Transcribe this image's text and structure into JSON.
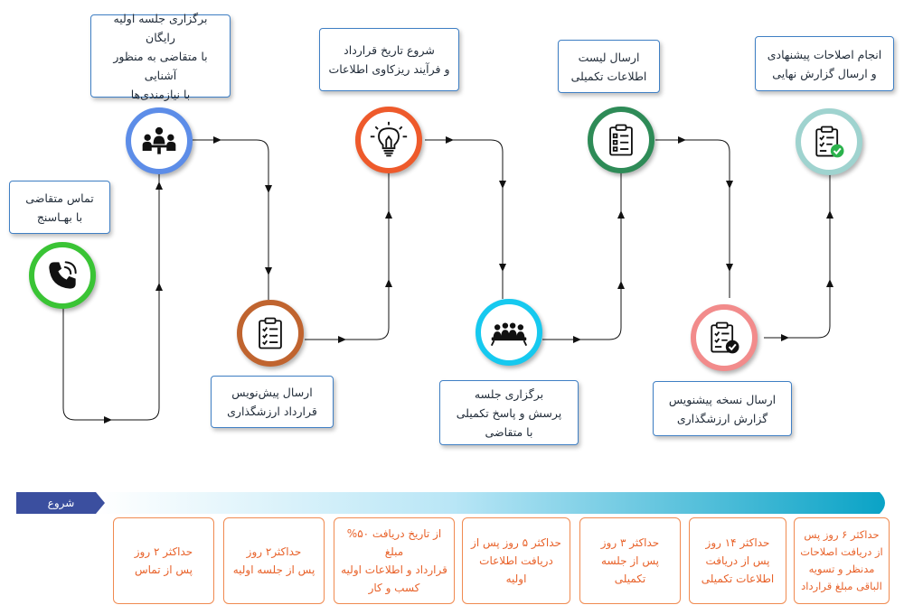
{
  "steps": [
    {
      "id": "contact",
      "lines": [
        "تماس متقاضی",
        "با بهـاسنج"
      ],
      "color": "#3ac435",
      "icon": "phone-icon"
    },
    {
      "id": "meeting1",
      "lines": [
        "برگزاری جلسه اولیه رایگان",
        "با متقاضی به منظور آشنایی",
        "با نیازمندی‌ها"
      ],
      "color": "#5d8de8",
      "icon": "meeting-icon"
    },
    {
      "id": "draft-contract",
      "lines": [
        "ارسال پیش‌نویس",
        "قرارداد ارزشگذاری"
      ],
      "color": "#c0642f",
      "icon": "checklist-icon"
    },
    {
      "id": "contract-start",
      "lines": [
        "شروع تاریخ قرارداد",
        "و فرآیند ریزکاوی اطلاعات"
      ],
      "color": "#ee5a2b",
      "icon": "lightbulb-icon"
    },
    {
      "id": "qa-meeting",
      "lines": [
        "برگزاری جلسه",
        "پرسش و پاسخ تکمیلی",
        "با متقاضی"
      ],
      "color": "#16c9ef",
      "icon": "team-icon"
    },
    {
      "id": "send-list",
      "lines": [
        "ارسال لیست",
        "اطلاعات تکمیلی"
      ],
      "color": "#2e8b57",
      "icon": "list-icon"
    },
    {
      "id": "draft-report",
      "lines": [
        "ارسال نسخه پیشنویس",
        "گزارش ارزشگذاری"
      ],
      "color": "#f28b8b",
      "icon": "clipboard-check-icon"
    },
    {
      "id": "final-report",
      "lines": [
        "انجام اصلاحات پیشنهادی",
        "و ارسال گزارش نهایی"
      ],
      "color": "#9fd3cf",
      "icon": "clipboard-done-icon"
    }
  ],
  "timeline": {
    "start_label": "شروع",
    "durations": [
      {
        "lines": [
          "حداکثر ۲ روز",
          "پس از تماس"
        ]
      },
      {
        "lines": [
          "حداکثر۲ روز",
          "پس از جلسه اولیه"
        ]
      },
      {
        "lines": [
          "از تاریخ دریافت ۵۰% مبلغ",
          "قرارداد و اطلاعات اولیه",
          "کسب و کار"
        ]
      },
      {
        "lines": [
          "حداکثر ۵ روز پس از",
          "دریافت اطلاعات اولیه"
        ]
      },
      {
        "lines": [
          "حداکثر ۳ روز",
          "پس از جلسه",
          "تکمیلی"
        ]
      },
      {
        "lines": [
          "حداکثر ۱۴ روز",
          "پس از دریافت",
          "اطلاعات تکمیلی"
        ]
      },
      {
        "lines": [
          "حداکثر ۶ روز پس",
          "از دریافت اصلاحات",
          "مدنظر و تسویه",
          "الباقی مبلغ قرارداد"
        ]
      }
    ]
  }
}
